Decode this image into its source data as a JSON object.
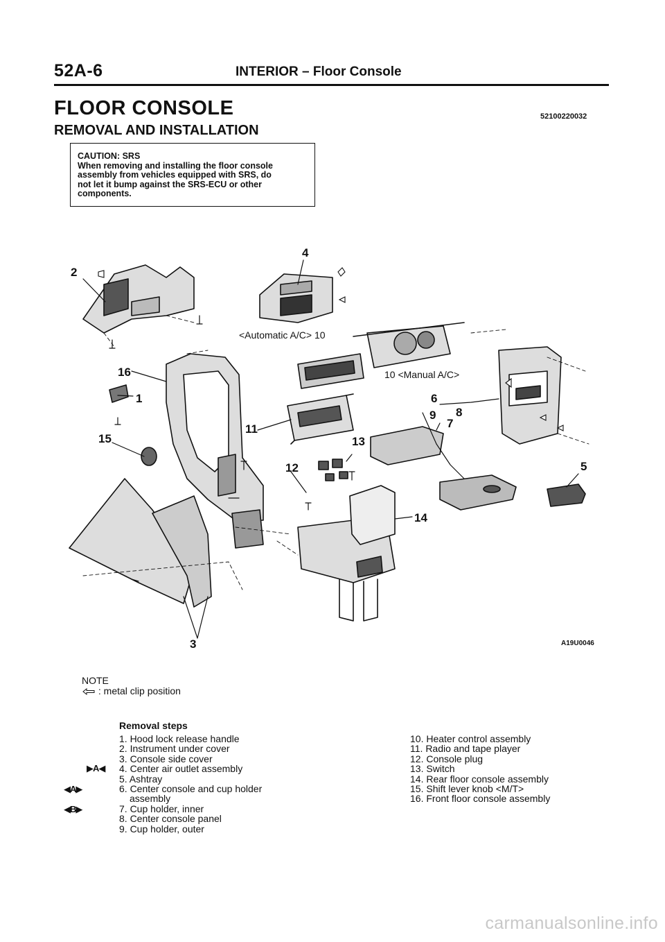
{
  "header": {
    "page_number": "52A-6",
    "section": "INTERIOR – Floor Console"
  },
  "title": "FLOOR CONSOLE",
  "doc_code": "52100220032",
  "subtitle": "REMOVAL AND INSTALLATION",
  "caution": {
    "lines": [
      "CAUTION: SRS",
      "When removing and installing the floor console",
      "assembly from vehicles equipped with SRS, do",
      "not let it bump against the SRS-ECU or other",
      "components."
    ]
  },
  "figure": {
    "id": "A19U0046",
    "callouts": {
      "c1": "1",
      "c2": "2",
      "c3": "3",
      "c4": "4",
      "c5": "5",
      "c6": "6",
      "c7": "7",
      "c8": "8",
      "c9": "9",
      "c10a": "<Automatic A/C> 10",
      "c10b": "10 <Manual A/C>",
      "c11": "11",
      "c12": "12",
      "c13": "13",
      "c14": "14",
      "c15": "15",
      "c16": "16"
    }
  },
  "note": {
    "heading": "NOTE",
    "legend": ": metal clip position"
  },
  "removal": {
    "heading": "Removal steps",
    "markers": {
      "m4": "▶A◀",
      "m6": "◀A▶",
      "m7": "◀B▶"
    },
    "col1": [
      "1. Hood lock release handle",
      "2. Instrument under cover",
      "3. Console side cover",
      "4. Center air outlet assembly",
      "5. Ashtray",
      "6. Center console and cup holder",
      "assembly",
      "7. Cup holder, inner",
      "8. Center console panel",
      "9. Cup holder, outer"
    ],
    "col2": [
      "10. Heater control assembly",
      "11. Radio and tape player",
      "12. Console plug",
      "13. Switch",
      "14. Rear floor console assembly",
      "15. Shift lever knob <M/T>",
      "16. Front floor console assembly"
    ]
  },
  "footer": {
    "watermark": "carmanualsonline.info"
  }
}
